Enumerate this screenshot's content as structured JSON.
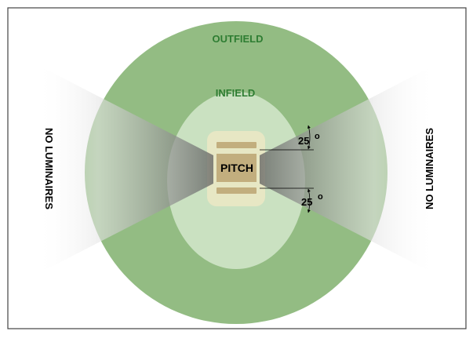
{
  "labels": {
    "outfield": "OUTFIELD",
    "infield": "INFIELD",
    "pitch": "PITCH",
    "no_luminaires_left": "NO LUMINAIRES",
    "no_luminaires_right": "NO LUMINAIRES",
    "angle_top": "25",
    "angle_bottom": "25",
    "degree": "o"
  },
  "colors": {
    "outfield": "#93bc83",
    "infield": "#d3e7cd",
    "field_label": "#2e7d32",
    "pitch": "#c2ae7e",
    "pitch_surround": "#ece8c4",
    "text": "#000000"
  }
}
